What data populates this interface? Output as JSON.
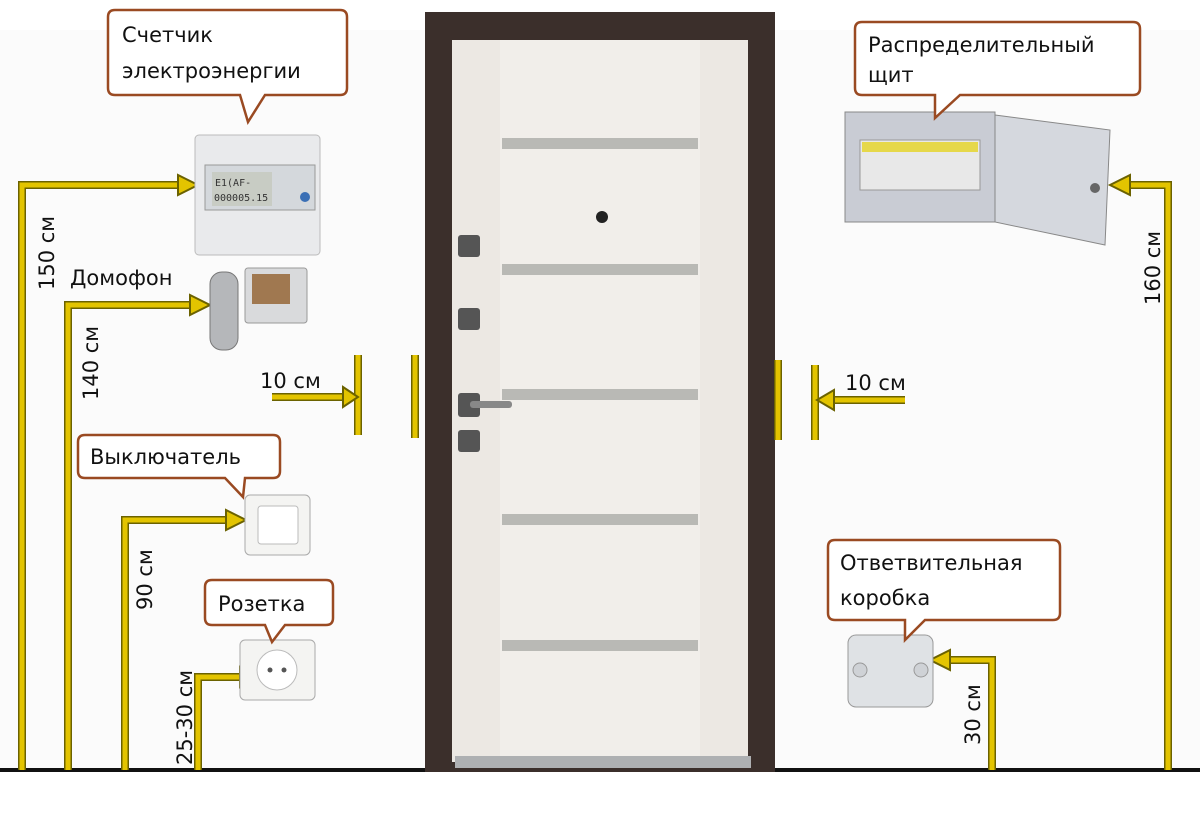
{
  "callouts": {
    "meter": [
      "Счетчик",
      "электроэнергии"
    ],
    "panel": [
      "Распределительный",
      "щит"
    ],
    "switch": [
      "Выключатель"
    ],
    "socket": [
      "Розетка"
    ],
    "junction": [
      "Ответвительная",
      "коробка"
    ]
  },
  "labels": {
    "intercom": "Домофон",
    "gap_left": "10 см",
    "gap_right": "10 см"
  },
  "dimensions": {
    "meter": "150 см",
    "intercom": "140 см",
    "switch": "90 см",
    "socket": "25-30 см",
    "panel": "160 см",
    "junction": "30 см"
  },
  "meter_display": [
    "E1(AF-",
    "000005.15"
  ],
  "colors": {
    "guide_line": "#e3c400",
    "callout_border": "#9a4a22",
    "door_frame": "#3b2f2b",
    "door_leaf": "#f1eeea"
  }
}
